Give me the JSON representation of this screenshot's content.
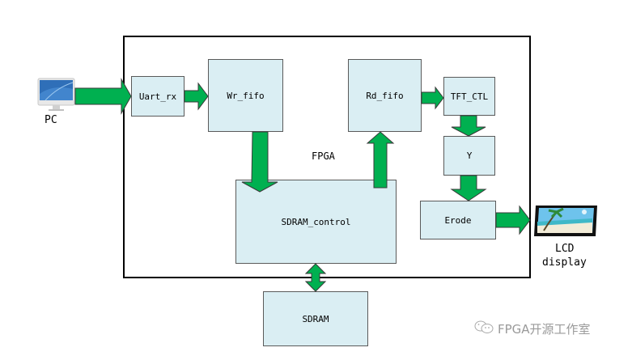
{
  "diagram": {
    "container_label": "FPGA",
    "blocks": {
      "uart_rx": "Uart_rx",
      "wr_fifo": "Wr_fifo",
      "rd_fifo": "Rd_fifo",
      "tft_ctl": "TFT_CTL",
      "y": "Y",
      "erode": "Erode",
      "sdram_control": "SDRAM_control",
      "sdram": "SDRAM"
    },
    "external": {
      "pc_label": "PC",
      "lcd_label_line1": "LCD",
      "lcd_label_line2": "display"
    },
    "connections": [
      {
        "from": "PC",
        "to": "Uart_rx",
        "direction": "right"
      },
      {
        "from": "Uart_rx",
        "to": "Wr_fifo",
        "direction": "right"
      },
      {
        "from": "Wr_fifo",
        "to": "SDRAM_control",
        "direction": "down"
      },
      {
        "from": "SDRAM_control",
        "to": "Rd_fifo",
        "direction": "up"
      },
      {
        "from": "Rd_fifo",
        "to": "TFT_CTL",
        "direction": "right"
      },
      {
        "from": "TFT_CTL",
        "to": "Y",
        "direction": "down"
      },
      {
        "from": "Y",
        "to": "Erode",
        "direction": "down"
      },
      {
        "from": "Erode",
        "to": "LCD display",
        "direction": "right"
      },
      {
        "from": "SDRAM_control",
        "to": "SDRAM",
        "direction": "bidirectional"
      }
    ],
    "colors": {
      "block_fill": "#daeef3",
      "arrow_fill": "#00b050"
    }
  },
  "watermark": {
    "text": "FPGA开源工作室",
    "icon": "wechat-icon"
  }
}
